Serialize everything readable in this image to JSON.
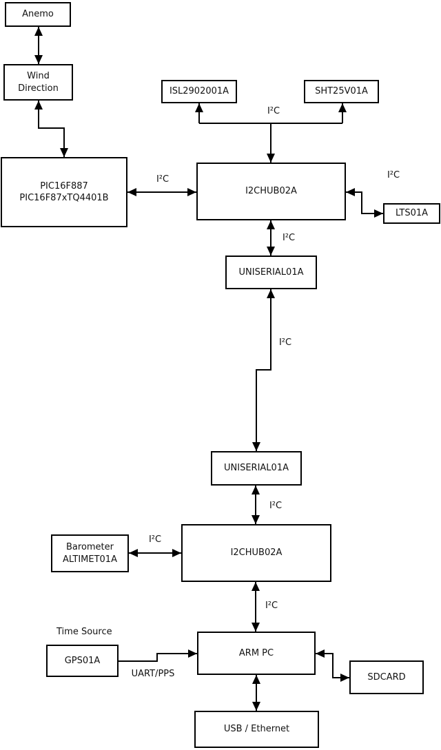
{
  "diagram": {
    "type": "block-diagram",
    "background_color": "#ffffff",
    "line_color": "#000000",
    "nodes": [
      {
        "id": "anemo",
        "label": "Anemo"
      },
      {
        "id": "wind-direction",
        "label": "Wind\nDirection"
      },
      {
        "id": "pic16f887",
        "label": "PIC16F887\nPIC16F87xTQ4401B"
      },
      {
        "id": "isl2902001a",
        "label": "ISL2902001A"
      },
      {
        "id": "sht25v01a",
        "label": "SHT25V01A"
      },
      {
        "id": "i2chub02a-1",
        "label": "I2CHUB02A"
      },
      {
        "id": "lts01a",
        "label": "LTS01A"
      },
      {
        "id": "uniserial01a-1",
        "label": "UNISERIAL01A"
      },
      {
        "id": "uniserial01a-2",
        "label": "UNISERIAL01A"
      },
      {
        "id": "i2chub02a-2",
        "label": "I2CHUB02A"
      },
      {
        "id": "barometer",
        "label": "Barometer\nALTIMET01A"
      },
      {
        "id": "arm-pc",
        "label": "ARM PC"
      },
      {
        "id": "gps01a",
        "label": "GPS01A"
      },
      {
        "id": "sdcard",
        "label": "SDCARD"
      },
      {
        "id": "usb-ethernet",
        "label": "USB / Ethernet"
      }
    ],
    "edge_labels": {
      "i2c_pic_hub1": "I²C",
      "i2c_bus_top": "I²C",
      "i2c_hub1_lts": "I²C",
      "i2c_hub1_uniserial": "I²C",
      "i2c_uniserial_link": "I²C",
      "i2c_uniserial_hub2": "I²C",
      "i2c_barometer_hub2": "I²C",
      "i2c_hub2_armpc": "I²C",
      "uart_pps": "UART/PPS",
      "time_source": "Time Source"
    },
    "edges": [
      {
        "from": "anemo",
        "to": "wind-direction",
        "arrows": "both",
        "label": ""
      },
      {
        "from": "wind-direction",
        "to": "pic16f887",
        "arrows": "both",
        "label": ""
      },
      {
        "from": "pic16f887",
        "to": "i2chub02a-1",
        "arrows": "both",
        "label": "I²C"
      },
      {
        "from": "i2chub02a-1",
        "to": "isl2902001a",
        "arrows": "both",
        "label": "I²C"
      },
      {
        "from": "i2chub02a-1",
        "to": "sht25v01a",
        "arrows": "both",
        "label": "I²C"
      },
      {
        "from": "i2chub02a-1",
        "to": "lts01a",
        "arrows": "both",
        "label": "I²C"
      },
      {
        "from": "i2chub02a-1",
        "to": "uniserial01a-1",
        "arrows": "both",
        "label": "I²C"
      },
      {
        "from": "uniserial01a-1",
        "to": "uniserial01a-2",
        "arrows": "both",
        "label": "I²C"
      },
      {
        "from": "uniserial01a-2",
        "to": "i2chub02a-2",
        "arrows": "both",
        "label": "I²C"
      },
      {
        "from": "barometer",
        "to": "i2chub02a-2",
        "arrows": "both",
        "label": "I²C"
      },
      {
        "from": "i2chub02a-2",
        "to": "arm-pc",
        "arrows": "both",
        "label": "I²C"
      },
      {
        "from": "gps01a",
        "to": "arm-pc",
        "arrows": "end",
        "label": "UART/PPS"
      },
      {
        "from": "arm-pc",
        "to": "sdcard",
        "arrows": "both",
        "label": ""
      },
      {
        "from": "arm-pc",
        "to": "usb-ethernet",
        "arrows": "both",
        "label": ""
      }
    ]
  }
}
